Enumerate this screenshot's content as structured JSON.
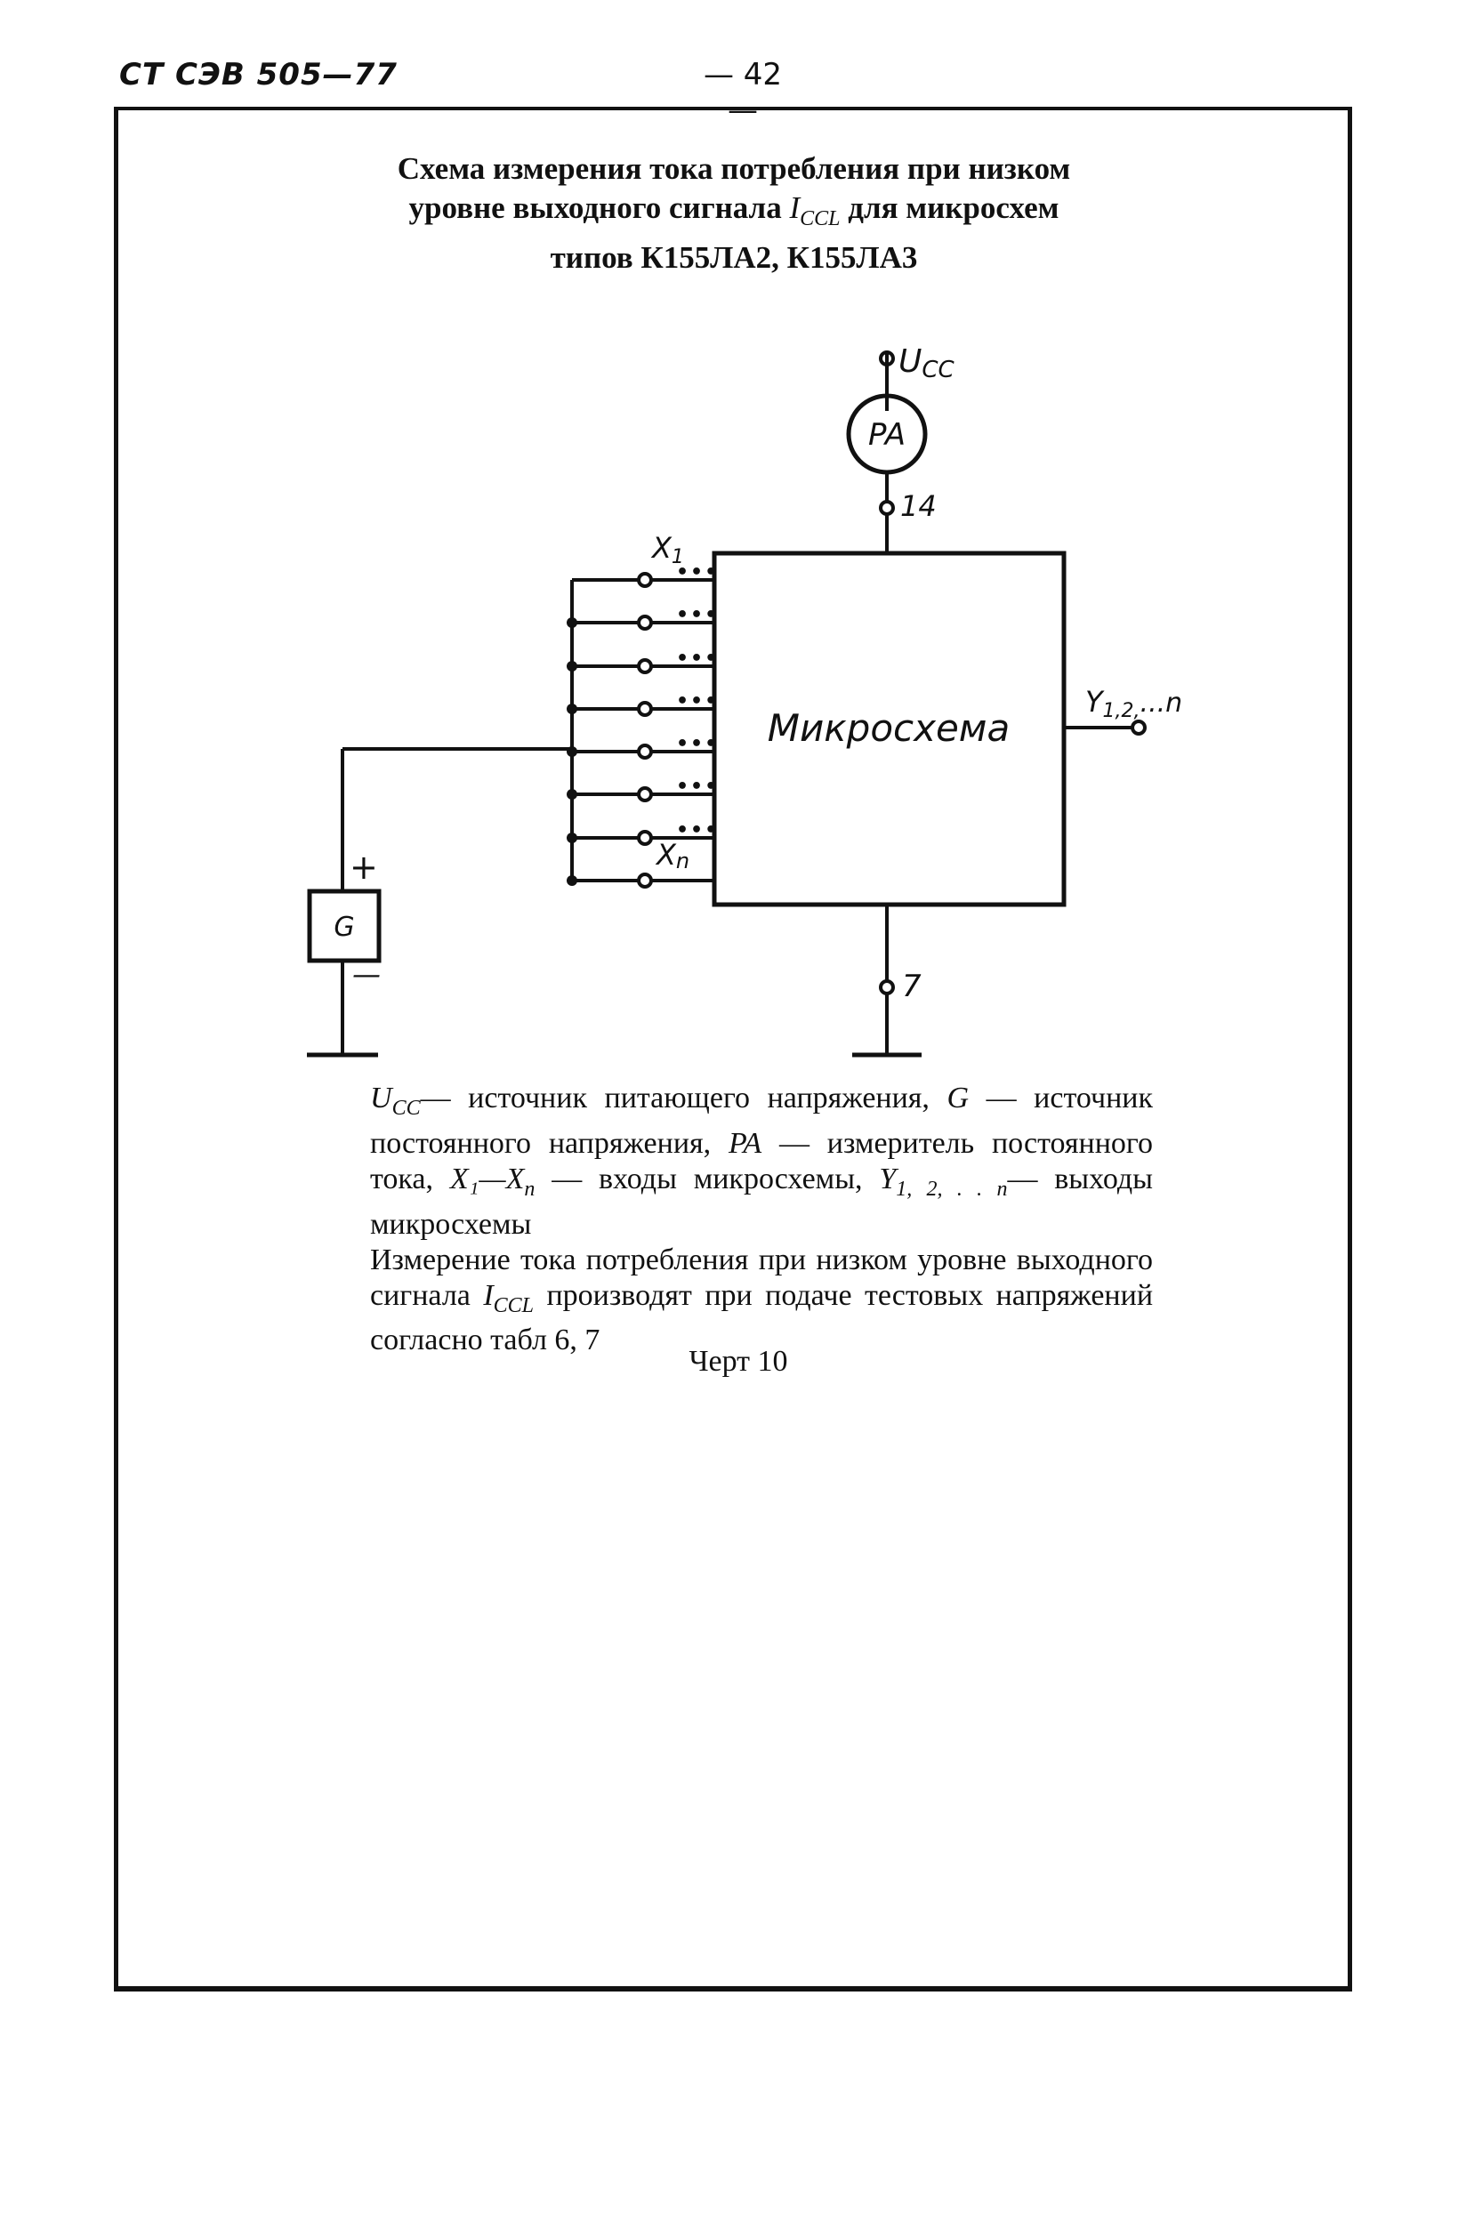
{
  "header": {
    "standard": "СТ СЭВ 505—77",
    "page_number": "— 42 —"
  },
  "title": {
    "line1": "Схема измерения тока потребления при низком",
    "line2_pre": "уровне выходного сигнала ",
    "line2_sym": "I",
    "line2_sub": "CCL",
    "line2_post": " для микросхем",
    "line3": "типов К155ЛА2, К155ЛА3"
  },
  "diagram": {
    "supply_label": "U",
    "supply_sub": "CC",
    "meter_label": "PA",
    "pin_power": "14",
    "pin_ground": "7",
    "chip_label": "Микросхема",
    "input_first": "X",
    "input_first_sub": "1",
    "input_last": "X",
    "input_last_sub": "n",
    "output_label": "Y",
    "output_sub": "1,2,",
    "output_suffix": "...n",
    "generator_label": "G",
    "plus_sign": "+",
    "minus_sign": "—",
    "dots": "•••",
    "input_count": 8
  },
  "legend": {
    "ucc_sym": "U",
    "ucc_sub": "CC",
    "part1": "— источник питающего напряжения, ",
    "g_sym": "G",
    "part2": " — источник постоянного напряжения, ",
    "pa_sym": "PA",
    "part3": " — измеритель постоянного тока, ",
    "x_range": "X₁—X",
    "x_sub": "n",
    "part4": " — входы микросхемы, ",
    "y_sym": "Y",
    "y_sub": "1, 2, . . n",
    "part5": "— выходы микросхемы",
    "note_pre": "Измерение тока потребления при низком уровне выходного сигнала ",
    "note_sym": "I",
    "note_sub": "CCL",
    "note_post": " производят при подаче тестовых напряжений согласно табл 6, 7"
  },
  "caption": "Черт 10",
  "colors": {
    "ink": "#111111",
    "paper": "#ffffff"
  }
}
